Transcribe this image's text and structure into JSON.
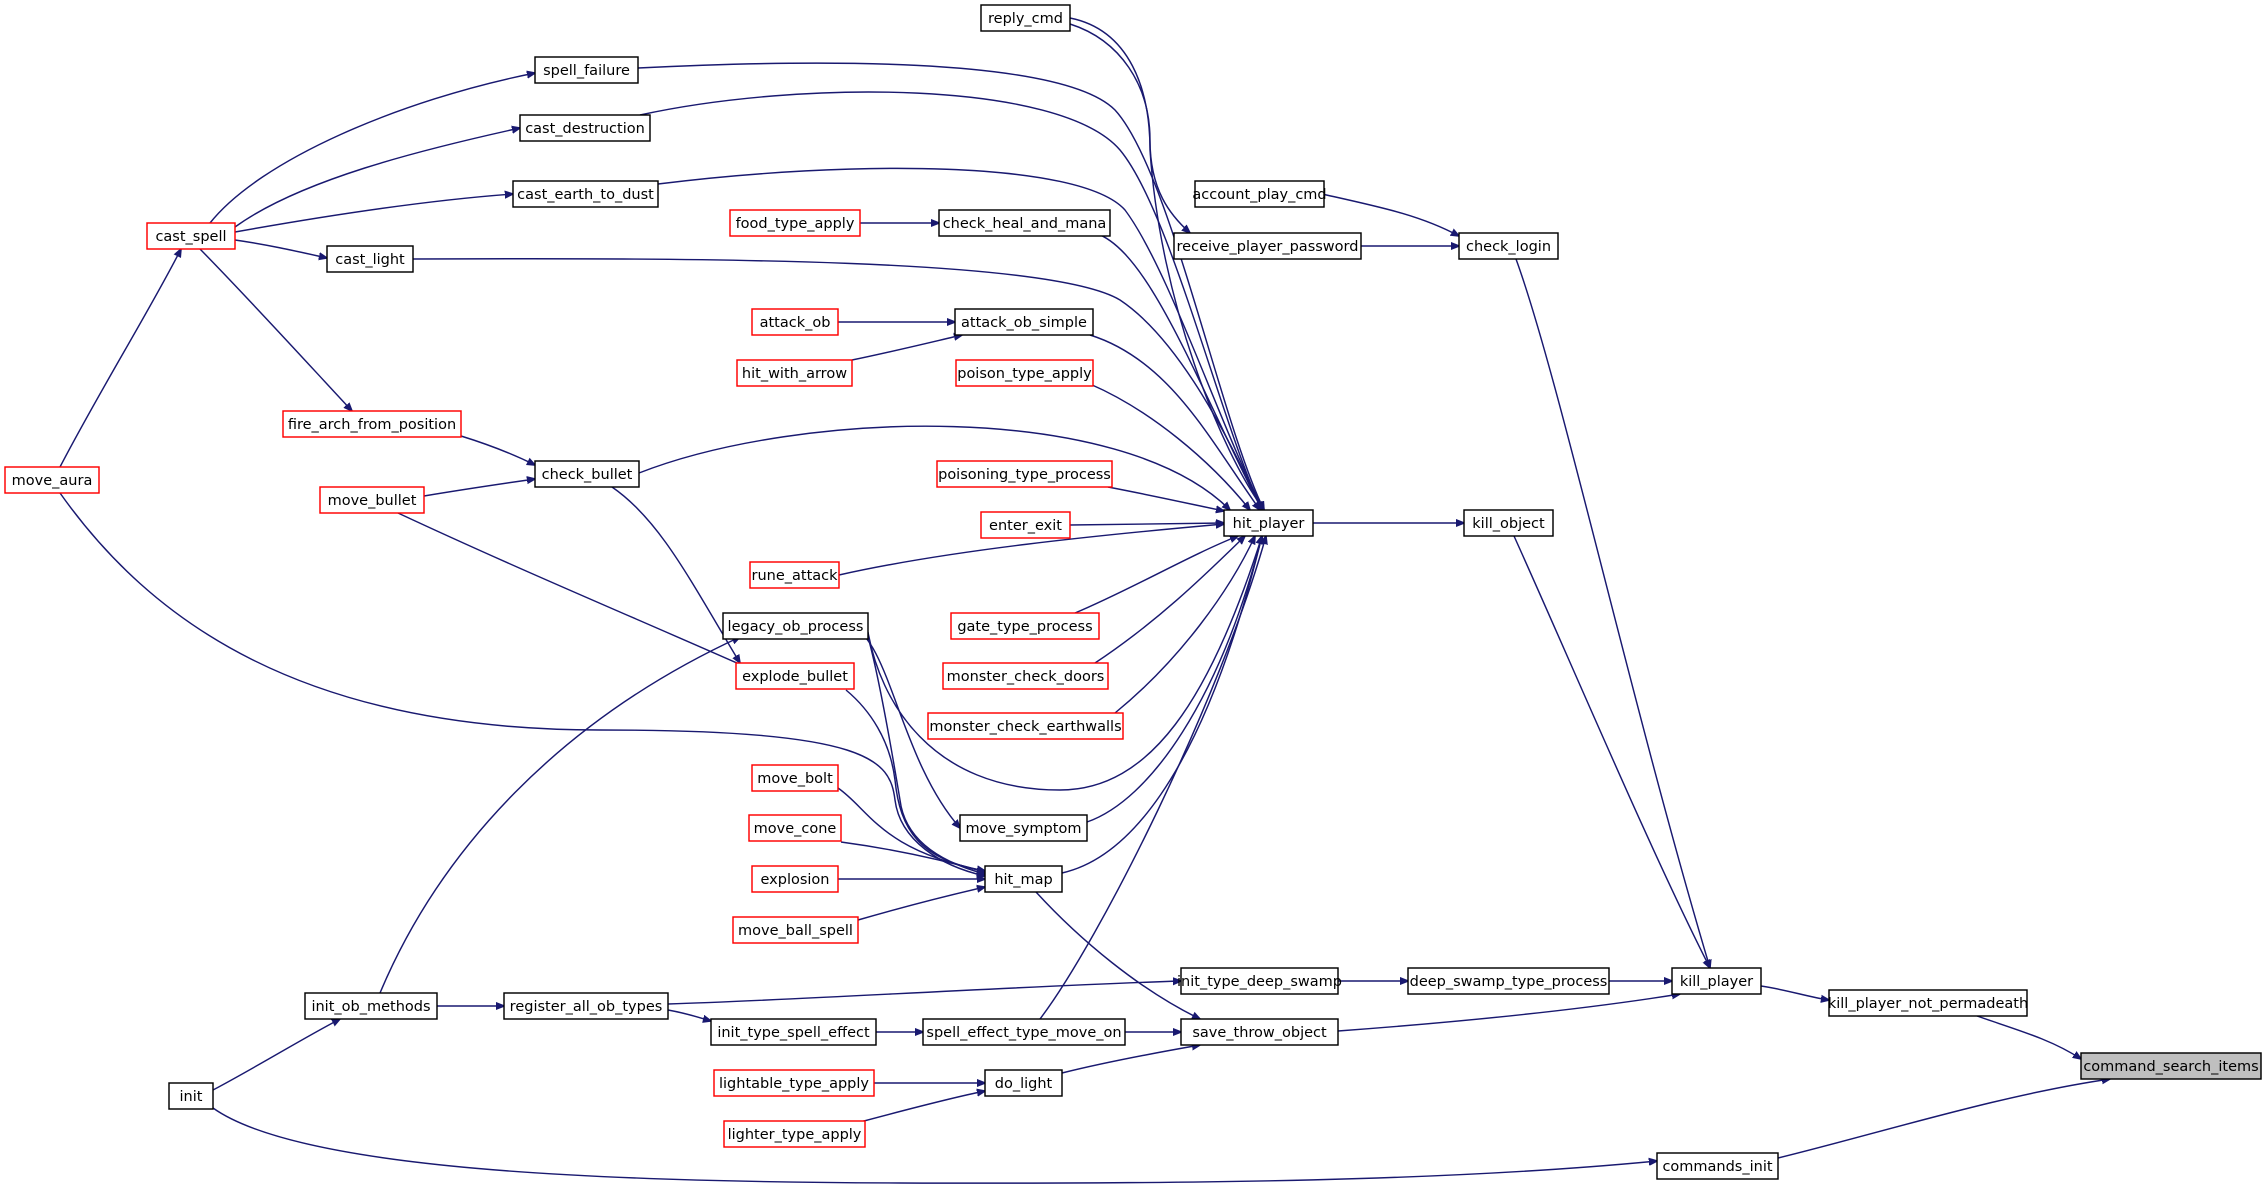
{
  "colors": {
    "edge": "#191970",
    "node_border": "#000000",
    "node_border_unresolved": "#ff0000",
    "root_fill": "#bfbfbf",
    "background": "#ffffff"
  },
  "nodes": [
    {
      "id": "command_search_items",
      "label": "command_search_items",
      "style": "root"
    },
    {
      "id": "kill_player_not_permadeath",
      "label": "kill_player_not_permadeath",
      "style": "normal"
    },
    {
      "id": "commands_init",
      "label": "commands_init",
      "style": "normal"
    },
    {
      "id": "kill_player",
      "label": "kill_player",
      "style": "normal"
    },
    {
      "id": "init",
      "label": "init",
      "style": "normal"
    },
    {
      "id": "deep_swamp_type_process",
      "label": "deep_swamp_type_process",
      "style": "normal"
    },
    {
      "id": "save_throw_object",
      "label": "save_throw_object",
      "style": "normal"
    },
    {
      "id": "check_login",
      "label": "check_login",
      "style": "normal"
    },
    {
      "id": "kill_object",
      "label": "kill_object",
      "style": "normal"
    },
    {
      "id": "init_type_deep_swamp",
      "label": "init_type_deep_swamp",
      "style": "normal"
    },
    {
      "id": "spell_effect_type_move_on",
      "label": "spell_effect_type_move_on",
      "style": "normal"
    },
    {
      "id": "do_light",
      "label": "do_light",
      "style": "normal"
    },
    {
      "id": "hit_map",
      "label": "hit_map",
      "style": "normal"
    },
    {
      "id": "account_play_cmd",
      "label": "account_play_cmd",
      "style": "normal"
    },
    {
      "id": "receive_player_password",
      "label": "receive_player_password",
      "style": "normal"
    },
    {
      "id": "hit_player",
      "label": "hit_player",
      "style": "normal"
    },
    {
      "id": "register_all_ob_types",
      "label": "register_all_ob_types",
      "style": "normal"
    },
    {
      "id": "init_type_spell_effect",
      "label": "init_type_spell_effect",
      "style": "normal"
    },
    {
      "id": "lightable_type_apply",
      "label": "lightable_type_apply",
      "style": "unresolved"
    },
    {
      "id": "lighter_type_apply",
      "label": "lighter_type_apply",
      "style": "unresolved"
    },
    {
      "id": "explode_bullet",
      "label": "explode_bullet",
      "style": "unresolved"
    },
    {
      "id": "explosion",
      "label": "explosion",
      "style": "unresolved"
    },
    {
      "id": "move_aura",
      "label": "move_aura",
      "style": "unresolved"
    },
    {
      "id": "move_ball_spell",
      "label": "move_ball_spell",
      "style": "unresolved"
    },
    {
      "id": "move_bolt",
      "label": "move_bolt",
      "style": "unresolved"
    },
    {
      "id": "move_cone",
      "label": "move_cone",
      "style": "unresolved"
    },
    {
      "id": "reply_cmd",
      "label": "reply_cmd",
      "style": "normal"
    },
    {
      "id": "attack_ob_simple",
      "label": "attack_ob_simple",
      "style": "normal"
    },
    {
      "id": "cast_destruction",
      "label": "cast_destruction",
      "style": "normal"
    },
    {
      "id": "cast_earth_to_dust",
      "label": "cast_earth_to_dust",
      "style": "normal"
    },
    {
      "id": "cast_light",
      "label": "cast_light",
      "style": "normal"
    },
    {
      "id": "check_bullet",
      "label": "check_bullet",
      "style": "normal"
    },
    {
      "id": "check_heal_and_mana",
      "label": "check_heal_and_mana",
      "style": "normal"
    },
    {
      "id": "enter_exit",
      "label": "enter_exit",
      "style": "unresolved"
    },
    {
      "id": "gate_type_process",
      "label": "gate_type_process",
      "style": "unresolved"
    },
    {
      "id": "legacy_ob_process",
      "label": "legacy_ob_process",
      "style": "normal"
    },
    {
      "id": "monster_check_doors",
      "label": "monster_check_doors",
      "style": "unresolved"
    },
    {
      "id": "monster_check_earthwalls",
      "label": "monster_check_earthwalls",
      "style": "unresolved"
    },
    {
      "id": "move_symptom",
      "label": "move_symptom",
      "style": "normal"
    },
    {
      "id": "poison_type_apply",
      "label": "poison_type_apply",
      "style": "unresolved"
    },
    {
      "id": "poisoning_type_process",
      "label": "poisoning_type_process",
      "style": "unresolved"
    },
    {
      "id": "rune_attack",
      "label": "rune_attack",
      "style": "unresolved"
    },
    {
      "id": "spell_failure",
      "label": "spell_failure",
      "style": "normal"
    },
    {
      "id": "init_ob_methods",
      "label": "init_ob_methods",
      "style": "normal"
    },
    {
      "id": "attack_ob",
      "label": "attack_ob",
      "style": "unresolved"
    },
    {
      "id": "hit_with_arrow",
      "label": "hit_with_arrow",
      "style": "unresolved"
    },
    {
      "id": "cast_spell",
      "label": "cast_spell",
      "style": "unresolved"
    },
    {
      "id": "fire_arch_from_position",
      "label": "fire_arch_from_position",
      "style": "unresolved"
    },
    {
      "id": "move_bullet",
      "label": "move_bullet",
      "style": "unresolved"
    },
    {
      "id": "food_type_apply",
      "label": "food_type_apply",
      "style": "unresolved"
    }
  ],
  "edges": [
    {
      "from": "command_search_items",
      "to": "kill_player_not_permadeath"
    },
    {
      "from": "command_search_items",
      "to": "commands_init"
    },
    {
      "from": "kill_player_not_permadeath",
      "to": "kill_player"
    },
    {
      "from": "commands_init",
      "to": "init"
    },
    {
      "from": "kill_player",
      "to": "deep_swamp_type_process"
    },
    {
      "from": "kill_player",
      "to": "save_throw_object"
    },
    {
      "from": "kill_player",
      "to": "check_login"
    },
    {
      "from": "kill_player",
      "to": "kill_object"
    },
    {
      "from": "deep_swamp_type_process",
      "to": "init_type_deep_swamp"
    },
    {
      "from": "save_throw_object",
      "to": "spell_effect_type_move_on"
    },
    {
      "from": "save_throw_object",
      "to": "do_light"
    },
    {
      "from": "save_throw_object",
      "to": "hit_map"
    },
    {
      "from": "check_login",
      "to": "account_play_cmd"
    },
    {
      "from": "check_login",
      "to": "receive_player_password"
    },
    {
      "from": "kill_object",
      "to": "hit_player"
    },
    {
      "from": "init_type_deep_swamp",
      "to": "register_all_ob_types"
    },
    {
      "from": "spell_effect_type_move_on",
      "to": "init_type_spell_effect"
    },
    {
      "from": "do_light",
      "to": "lightable_type_apply"
    },
    {
      "from": "do_light",
      "to": "lighter_type_apply"
    },
    {
      "from": "hit_map",
      "to": "explode_bullet"
    },
    {
      "from": "hit_map",
      "to": "explosion"
    },
    {
      "from": "hit_map",
      "to": "move_aura"
    },
    {
      "from": "hit_map",
      "to": "move_ball_spell"
    },
    {
      "from": "hit_map",
      "to": "move_bolt"
    },
    {
      "from": "hit_map",
      "to": "move_cone"
    },
    {
      "from": "hit_map",
      "to": "legacy_ob_process"
    },
    {
      "from": "receive_player_password",
      "to": "reply_cmd"
    },
    {
      "from": "hit_player",
      "to": "attack_ob_simple"
    },
    {
      "from": "hit_player",
      "to": "cast_destruction"
    },
    {
      "from": "hit_player",
      "to": "cast_earth_to_dust"
    },
    {
      "from": "hit_player",
      "to": "cast_light"
    },
    {
      "from": "hit_player",
      "to": "check_bullet"
    },
    {
      "from": "hit_player",
      "to": "check_heal_and_mana"
    },
    {
      "from": "hit_player",
      "to": "enter_exit"
    },
    {
      "from": "hit_player",
      "to": "gate_type_process"
    },
    {
      "from": "hit_player",
      "to": "hit_map"
    },
    {
      "from": "hit_player",
      "to": "legacy_ob_process"
    },
    {
      "from": "hit_player",
      "to": "monster_check_doors"
    },
    {
      "from": "hit_player",
      "to": "monster_check_earthwalls"
    },
    {
      "from": "hit_player",
      "to": "move_symptom"
    },
    {
      "from": "hit_player",
      "to": "poison_type_apply"
    },
    {
      "from": "hit_player",
      "to": "poisoning_type_process"
    },
    {
      "from": "hit_player",
      "to": "rune_attack"
    },
    {
      "from": "hit_player",
      "to": "spell_effect_type_move_on"
    },
    {
      "from": "hit_player",
      "to": "spell_failure"
    },
    {
      "from": "hit_player",
      "to": "reply_cmd"
    },
    {
      "from": "register_all_ob_types",
      "to": "init_ob_methods"
    },
    {
      "from": "init_type_spell_effect",
      "to": "register_all_ob_types"
    },
    {
      "from": "legacy_ob_process",
      "to": "init_ob_methods"
    },
    {
      "from": "move_symptom",
      "to": "legacy_ob_process"
    },
    {
      "from": "init_ob_methods",
      "to": "init"
    },
    {
      "from": "attack_ob_simple",
      "to": "attack_ob"
    },
    {
      "from": "attack_ob_simple",
      "to": "hit_with_arrow"
    },
    {
      "from": "cast_destruction",
      "to": "cast_spell"
    },
    {
      "from": "cast_earth_to_dust",
      "to": "cast_spell"
    },
    {
      "from": "cast_light",
      "to": "cast_spell"
    },
    {
      "from": "check_bullet",
      "to": "fire_arch_from_position"
    },
    {
      "from": "check_bullet",
      "to": "move_bullet"
    },
    {
      "from": "check_heal_and_mana",
      "to": "food_type_apply"
    },
    {
      "from": "spell_failure",
      "to": "cast_spell"
    },
    {
      "from": "cast_spell",
      "to": "move_aura"
    },
    {
      "from": "fire_arch_from_position",
      "to": "cast_spell"
    },
    {
      "from": "explode_bullet",
      "to": "check_bullet"
    },
    {
      "from": "explode_bullet",
      "to": "move_bullet"
    }
  ]
}
